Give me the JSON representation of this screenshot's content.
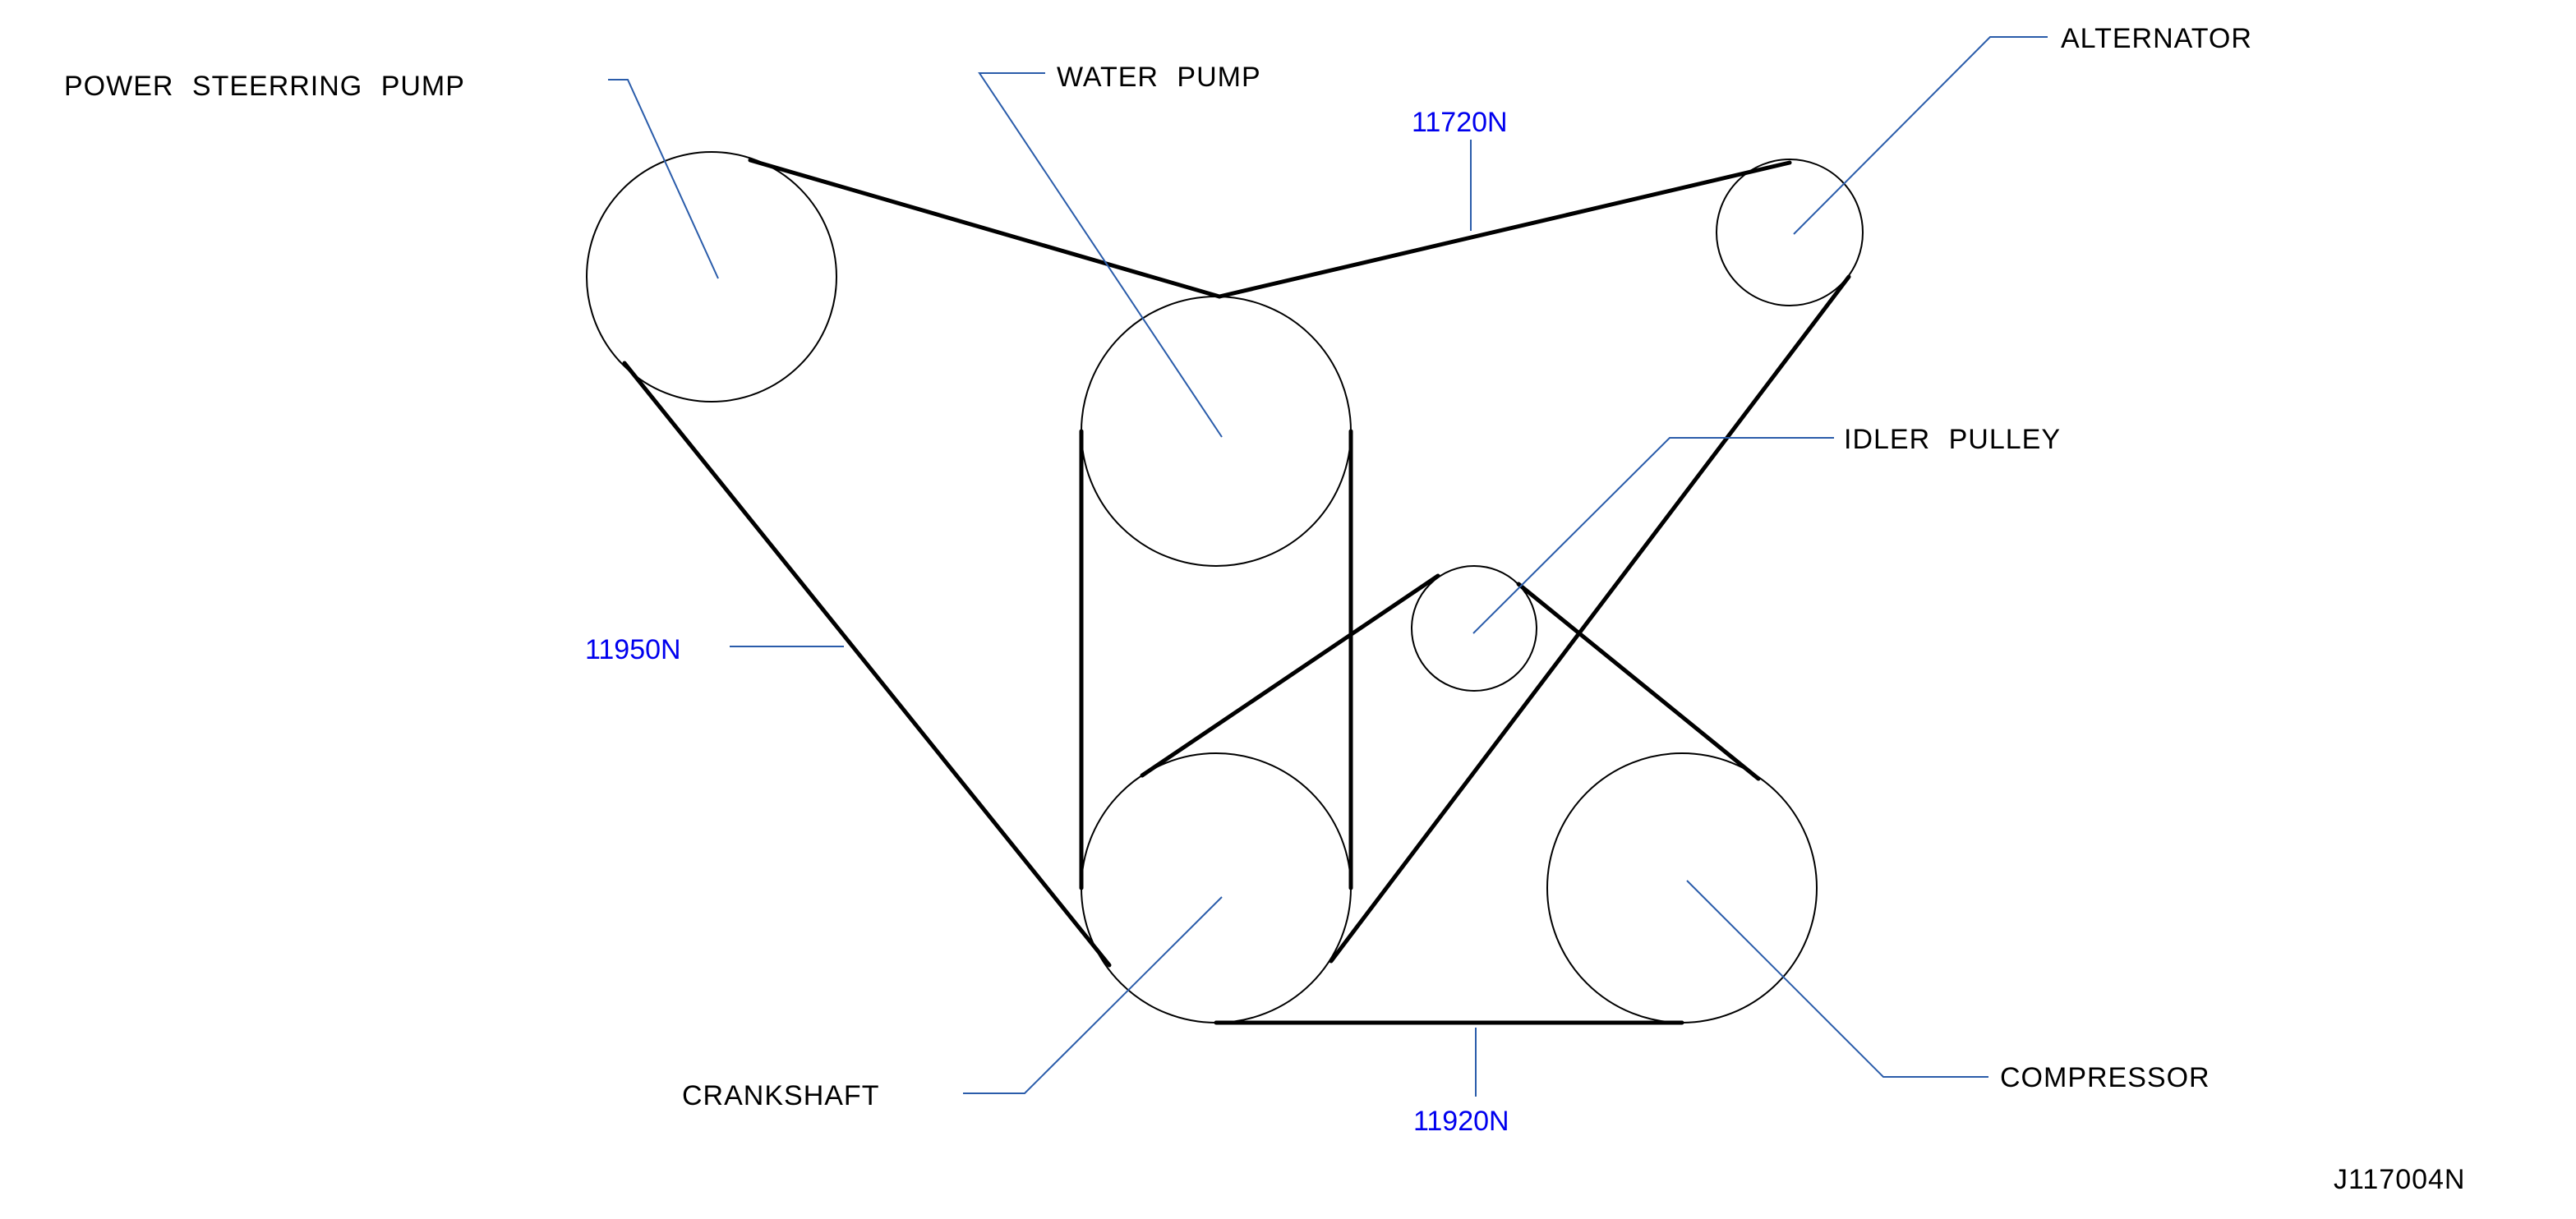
{
  "diagram": {
    "pulleys": {
      "power_steering": "POWER  STEERRING  PUMP",
      "water_pump": "WATER  PUMP",
      "alternator": "ALTERNATOR",
      "idler": "IDLER  PULLEY",
      "crankshaft": "CRANKSHAFT",
      "compressor": "COMPRESSOR"
    },
    "tensions": {
      "alternator_span": "11720N",
      "power_steering_span": "11950N",
      "compressor_span": "11920N"
    },
    "figure_id": "J117004N"
  }
}
